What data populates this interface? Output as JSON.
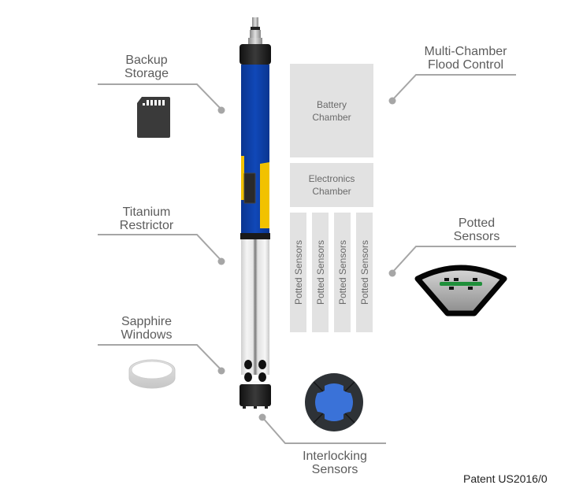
{
  "diagram": {
    "labels": {
      "backup_storage": [
        "Backup",
        "Storage"
      ],
      "titanium_restrictor": [
        "Titanium",
        "Restrictor"
      ],
      "sapphire_windows": [
        "Sapphire",
        "Windows"
      ],
      "multi_chamber": [
        "Multi-Chamber",
        "Flood Control"
      ],
      "potted_sensors": [
        "Potted",
        "Sensors"
      ],
      "interlocking_sensors": [
        "Interlocking",
        "Sensors"
      ]
    },
    "chambers": {
      "battery": [
        "Battery",
        "Chamber"
      ],
      "electronics": [
        "Electronics",
        "Chamber"
      ],
      "potted": [
        "Potted Sensors",
        "Potted Sensors",
        "Potted Sensors",
        "Potted Sensors"
      ]
    },
    "icons": [
      "sd-card-icon",
      "sapphire-ring-icon",
      "potted-sensor-icon",
      "interlocking-sensor-icon",
      "sonde-instrument"
    ],
    "colors": {
      "sonde_blue": "#0d3fa6",
      "sonde_yellow": "#f2c200",
      "sonde_black": "#1e1e1e",
      "chamber_gray": "#e2e2e2",
      "leader_gray": "#a6a6a6",
      "interlock_blue": "#3a72d8",
      "sensor_green": "#1f8f3a"
    },
    "footer": "Patent US2016/0"
  }
}
